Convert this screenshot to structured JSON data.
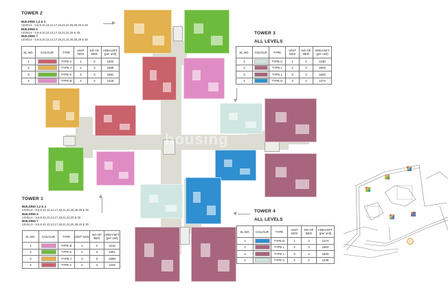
{
  "colors": {
    "type_a": "#c9626b",
    "type_j": "#e3b14d",
    "type_k": "#6dbb3c",
    "type_b": "#e08cc4",
    "type_c": "#cfe6e1",
    "type_l": "#a8667e",
    "type_d": "#2f8fd0",
    "core": "#dcdcd2"
  },
  "tower2": {
    "title": "TOWER 2",
    "buildings": [
      {
        "label": "BUILDING 1,2 & 4",
        "levels": "LEVELS - 5,6,9,10,13,14,17,18,21,22,25,26,29 & 30"
      },
      {
        "label": "BUILDING 6",
        "levels": "LEVELS - 5,6,9,10,13,14,17,18,21,22,25 & 26"
      },
      {
        "label": "BUILDING 7",
        "levels": "LEVELS - 5,6,9,10,13,14,17,18,21,22,25,26,29 & 30"
      }
    ],
    "headers": [
      "SL.NO.",
      "COLOUR",
      "TYPE",
      "UNIT NOS",
      "NO OF BED",
      "AREA/SFT (per unit)"
    ],
    "rows": [
      {
        "sl": "1",
        "color": "#c9626b",
        "type": "TYPE A",
        "unit": "1",
        "bed": "2",
        "area": "1204"
      },
      {
        "sl": "2",
        "color": "#e3b14d",
        "type": "TYPE J",
        "unit": "2",
        "bed": "3",
        "area": "1588"
      },
      {
        "sl": "3",
        "color": "#6dbb3c",
        "type": "TYPE K",
        "unit": "3",
        "bed": "3",
        "area": "1591"
      },
      {
        "sl": "4",
        "color": "#e08cc4",
        "type": "TYPE B",
        "unit": "4",
        "bed": "2",
        "area": "1218"
      }
    ]
  },
  "tower3": {
    "title": "TOWER 3",
    "subtitle": "ALL LEVELS",
    "headers": [
      "SL.NO.",
      "COLOUR",
      "TYPE",
      "UNIT NOS",
      "NO OF BED",
      "AREA/SFT (per unit)"
    ],
    "rows": [
      {
        "sl": "1",
        "color": "#cfe6e1",
        "type": "TYPE C",
        "unit": "1",
        "bed": "2",
        "area": "1230"
      },
      {
        "sl": "2",
        "color": "#a8667e",
        "type": "TYPE L",
        "unit": "2",
        "bed": "3",
        "area": "1603"
      },
      {
        "sl": "3",
        "color": "#a8667e",
        "type": "TYPE L",
        "unit": "3",
        "bed": "3",
        "area": "1603"
      },
      {
        "sl": "4",
        "color": "#2f8fd0",
        "type": "TYPE D",
        "unit": "4",
        "bed": "2",
        "area": "1274"
      }
    ]
  },
  "tower1": {
    "title": "TOWER 1",
    "buildings": [
      {
        "label": "BUILDING 1,2 & 4",
        "levels": "LEVELS - 5,6,9,10,13,14,17,18,21,22,25,26,29 & 30"
      },
      {
        "label": "BUILDING 6",
        "levels": "LEVELS - 5,6,9,10,13,14,17,18,21,22,25 & 26"
      },
      {
        "label": "BUILDING 7",
        "levels": "LEVELS - 5,6,9,10,13,14,17,18,21,22,25,26,29 & 30"
      }
    ],
    "headers": [
      "SL.NO.",
      "COLOUR",
      "TYPE",
      "UNIT NOS",
      "NO OF BED",
      "AREA/SFT (per unit)"
    ],
    "rows": [
      {
        "sl": "1",
        "color": "#e08cc4",
        "type": "TYPE B",
        "unit": "1",
        "bed": "2",
        "area": "1218"
      },
      {
        "sl": "2",
        "color": "#6dbb3c",
        "type": "TYPE K",
        "unit": "2",
        "bed": "3",
        "area": "1591"
      },
      {
        "sl": "3",
        "color": "#e3b14d",
        "type": "TYPE J",
        "unit": "3",
        "bed": "3",
        "area": "1588"
      },
      {
        "sl": "4",
        "color": "#c9626b",
        "type": "TYPE A",
        "unit": "4",
        "bed": "2",
        "area": "1204"
      }
    ]
  },
  "tower4": {
    "title": "TOWER 4",
    "subtitle": "ALL LEVELS",
    "headers": [
      "SL.NO.",
      "COLOUR",
      "TYPE",
      "UNIT NOS",
      "NO OF BED",
      "AREA/SFT (per unit)"
    ],
    "rows": [
      {
        "sl": "1",
        "color": "#2f8fd0",
        "type": "TYPE D",
        "unit": "1",
        "bed": "2",
        "area": "1274"
      },
      {
        "sl": "2",
        "color": "#a8667e",
        "type": "TYPE L",
        "unit": "2",
        "bed": "3",
        "area": "1603"
      },
      {
        "sl": "3",
        "color": "#a8667e",
        "type": "TYPE L",
        "unit": "3",
        "bed": "3",
        "area": "1603"
      },
      {
        "sl": "4",
        "color": "#cfe6e1",
        "type": "TYPE C",
        "unit": "4",
        "bed": "2",
        "area": "1230"
      }
    ]
  },
  "watermark": "housing"
}
